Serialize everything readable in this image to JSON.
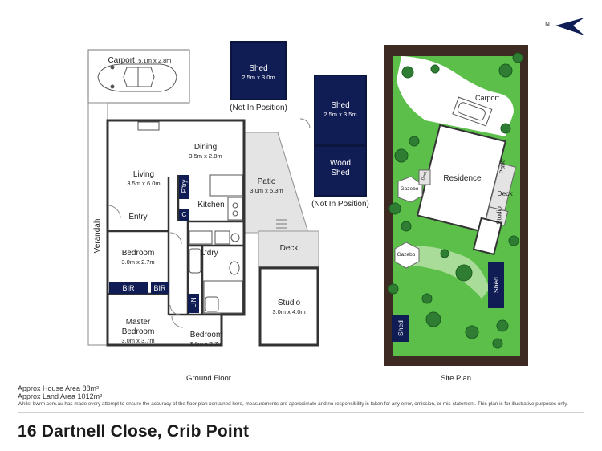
{
  "floor_plan": {
    "carport": {
      "name": "Carport",
      "dims": "5.1m x 2.8m"
    },
    "shed_1": {
      "name": "Shed",
      "dims": "2.5m x 3.0m",
      "note": "(Not In Position)"
    },
    "shed_2": {
      "name": "Shed",
      "dims": "2.5m x 3.5m"
    },
    "wood_shed": {
      "line1": "Wood",
      "line2": "Shed",
      "note": "(Not In Position)"
    },
    "dining": {
      "name": "Dining",
      "dims": "3.5m x 2.8m"
    },
    "living": {
      "name": "Living",
      "dims": "3.5m x 6.0m"
    },
    "patio": {
      "name": "Patio",
      "dims": "3.0m x 5.3m"
    },
    "pantry": {
      "name": "P'try"
    },
    "kitchen": {
      "name": "Kitchen"
    },
    "c_label": "C",
    "entry": {
      "name": "Entry"
    },
    "verandah": {
      "name": "Verandah"
    },
    "bedroom_1": {
      "name": "Bedroom",
      "dims": "3.0m x 2.7m"
    },
    "laundry": {
      "name": "L'dry"
    },
    "deck": {
      "name": "Deck"
    },
    "bir_1": "BIR",
    "bir_2": "BIR",
    "lin": "LIN",
    "studio": {
      "name": "Studio",
      "dims": "3.0m x 4.0m"
    },
    "master_bedroom": {
      "line1": "Master",
      "line2": "Bedroom",
      "dims": "3.0m x 3.7m"
    },
    "bedroom_2": {
      "name": "Bedroom",
      "dims": "3.9m x 2.7m"
    },
    "caption": "Ground Floor"
  },
  "site_plan": {
    "north": "N",
    "carport": "Carport",
    "residence": "Residence",
    "patio": "Patio",
    "deck": "Deck",
    "studio": "Studio",
    "gazebo_1": "Gazebo",
    "gazebo_2": "Gazebo",
    "deck_small": "Deck",
    "shed_1": "Shed",
    "shed_2": "Shed",
    "caption": "Site Plan"
  },
  "info": {
    "house_area": "Approx House Area 88m²",
    "land_area": "Approx Land Area 1012m²",
    "disclaimer": "Whilst bwrm.com.au has made every attempt to ensure the accuracy of the floor plan contained here, measurements are approximate and no responsibility is taken for any error, omission, or mis-statement. This plan is for illustrative purposes only."
  },
  "title": "16 Dartnell Close, Crib Point",
  "colors": {
    "navy": "#101c54",
    "grass": "#5bbf4a",
    "soil": "#3d2a22",
    "patio_grey": "#e4e4e4"
  }
}
